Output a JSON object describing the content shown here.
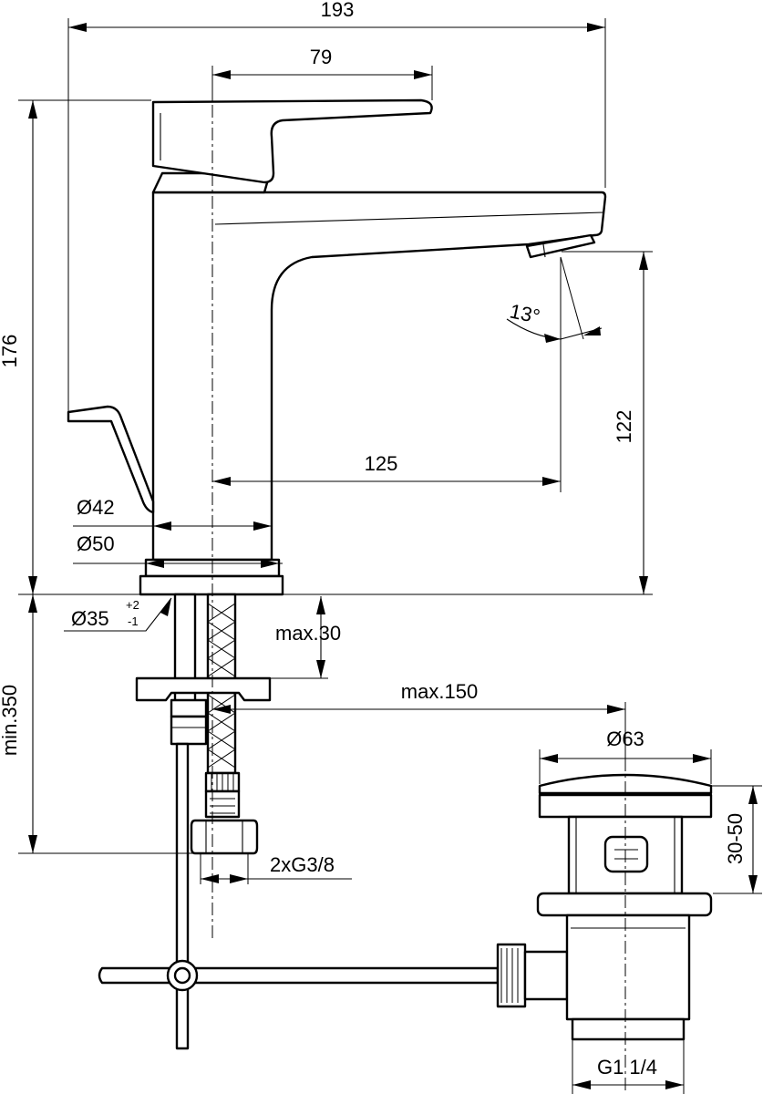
{
  "dimensions": {
    "overall_width": "193",
    "lever_length": "79",
    "overall_height": "176",
    "spout_height": "122",
    "spout_reach": "125",
    "spray_angle": "13°",
    "body_diameter": "Ø42",
    "base_diameter": "Ø50",
    "hole_diameter": "Ø35",
    "hole_tolerance_upper": "+2",
    "hole_tolerance_lower": "-1",
    "deck_thickness": "max.30",
    "pop_up_rod_reach": "max.150",
    "supply_clearance": "min.350",
    "waste_diameter": "Ø63",
    "waste_depth": "30-50",
    "supply_connection": "2xG3/8",
    "waste_thread": "G1 1/4"
  }
}
